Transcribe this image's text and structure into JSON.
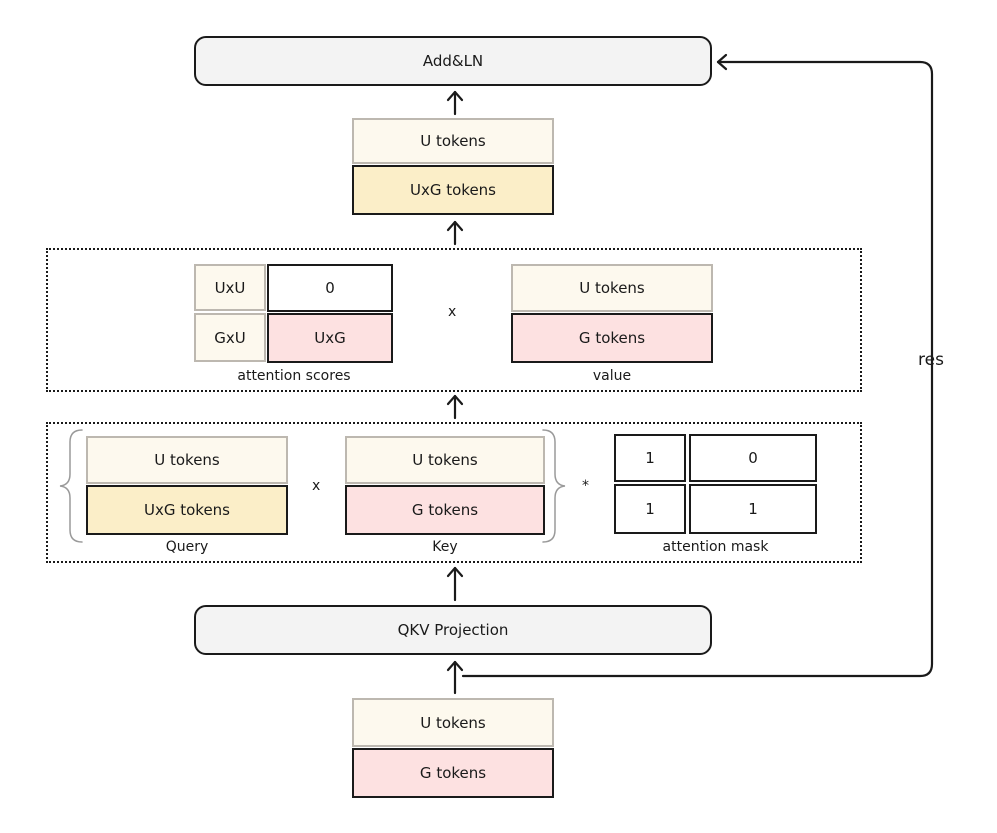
{
  "add_ln": "Add&LN",
  "output": {
    "top": "U tokens",
    "bottom": "UxG tokens"
  },
  "scores_block": {
    "row_labels": [
      "UxU",
      "GxU"
    ],
    "cells": [
      "0",
      "UxG"
    ],
    "caption": "attention scores",
    "operator": "x"
  },
  "value_block": {
    "top": "U tokens",
    "bottom": "G tokens",
    "caption": "value"
  },
  "query_block": {
    "top": "U tokens",
    "bottom": "UxG tokens",
    "caption": "Query"
  },
  "qk_operator": "x",
  "key_block": {
    "top": "U tokens",
    "bottom": "G tokens",
    "caption": "Key"
  },
  "mask_operator": "*",
  "mask_block": {
    "cells": [
      "1",
      "0",
      "1",
      "1"
    ],
    "caption": "attention mask"
  },
  "qkv_projection": "QKV Projection",
  "input": {
    "top": "U tokens",
    "bottom": "G tokens"
  },
  "residual_label": "res",
  "colors": {
    "light": "#fdf9ee",
    "yellow": "#fbeec8",
    "pink": "#fde1e1",
    "gray": "#f3f3f3",
    "stroke": "#1a1a1a"
  }
}
